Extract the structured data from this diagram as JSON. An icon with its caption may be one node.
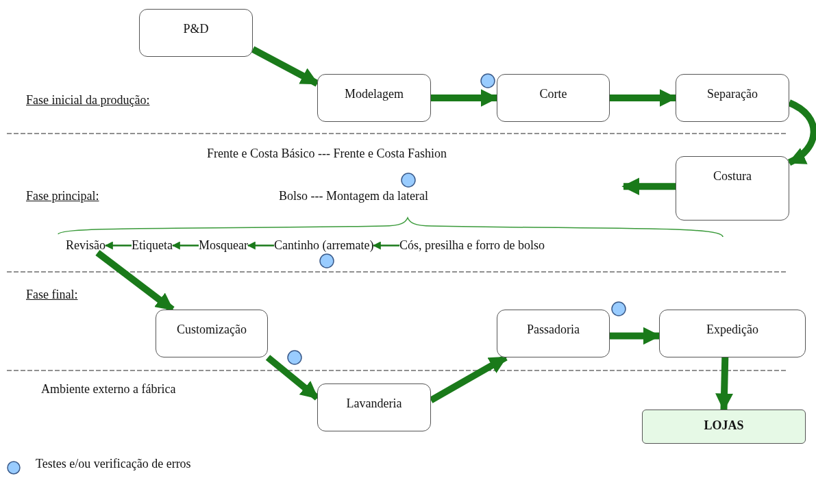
{
  "diagram": {
    "nodes": [
      {
        "text": [
          "P&D"
        ]
      },
      {
        "text": [
          "Modelagem"
        ]
      },
      {
        "text": [
          "Corte"
        ]
      },
      {
        "text": [
          "Separação"
        ]
      },
      {
        "text": [
          "Costura"
        ]
      },
      {
        "text": [
          "Revisão"
        ]
      },
      {
        "text": [
          "Etiqueta"
        ]
      },
      {
        "text": [
          "Mosquear"
        ]
      },
      {
        "text": [
          "Cantinho (arremate)"
        ]
      },
      {
        "text": [
          "Cós, presilha e forro de bolso"
        ]
      },
      {
        "text": [
          "Customização"
        ]
      },
      {
        "text": [
          "Passadoria"
        ]
      },
      {
        "text": [
          "Expedição"
        ]
      },
      {
        "text": [
          "Lavanderia"
        ]
      },
      {
        "text": [
          "LOJAS"
        ]
      }
    ],
    "edges": [
      {
        "from": 0,
        "to": 1,
        "arrow": "to"
      },
      {
        "from": 1,
        "to": 2,
        "arrow": "to"
      },
      {
        "from": 2,
        "to": 3,
        "arrow": "to"
      },
      {
        "from": 3,
        "to": 4,
        "arrow": "to"
      },
      {
        "from": 4,
        "to": null,
        "arrow": "to"
      },
      {
        "from": 9,
        "to": 8,
        "arrow": "to"
      },
      {
        "from": 8,
        "to": 7,
        "arrow": "to"
      },
      {
        "from": 7,
        "to": 6,
        "arrow": "to"
      },
      {
        "from": 6,
        "to": 5,
        "arrow": "to"
      },
      {
        "from": 5,
        "to": 10,
        "arrow": "to"
      },
      {
        "from": 10,
        "to": 13,
        "arrow": "to"
      },
      {
        "from": 13,
        "to": 11,
        "arrow": "to"
      },
      {
        "from": 11,
        "to": 12,
        "arrow": "to"
      },
      {
        "from": 12,
        "to": 14,
        "arrow": "to"
      }
    ],
    "labels": [
      "Fase inicial da produção:",
      "Frente e Costa Básico --- Frente e Costa Fashion",
      "Fase principal:",
      "Bolso --- Montagem da lateral",
      "Fase final:",
      "Ambiente externo a fábrica"
    ],
    "legend": [
      {
        "text": "Testes e/ou verificação de erros",
        "color": "#99ccff"
      }
    ]
  }
}
